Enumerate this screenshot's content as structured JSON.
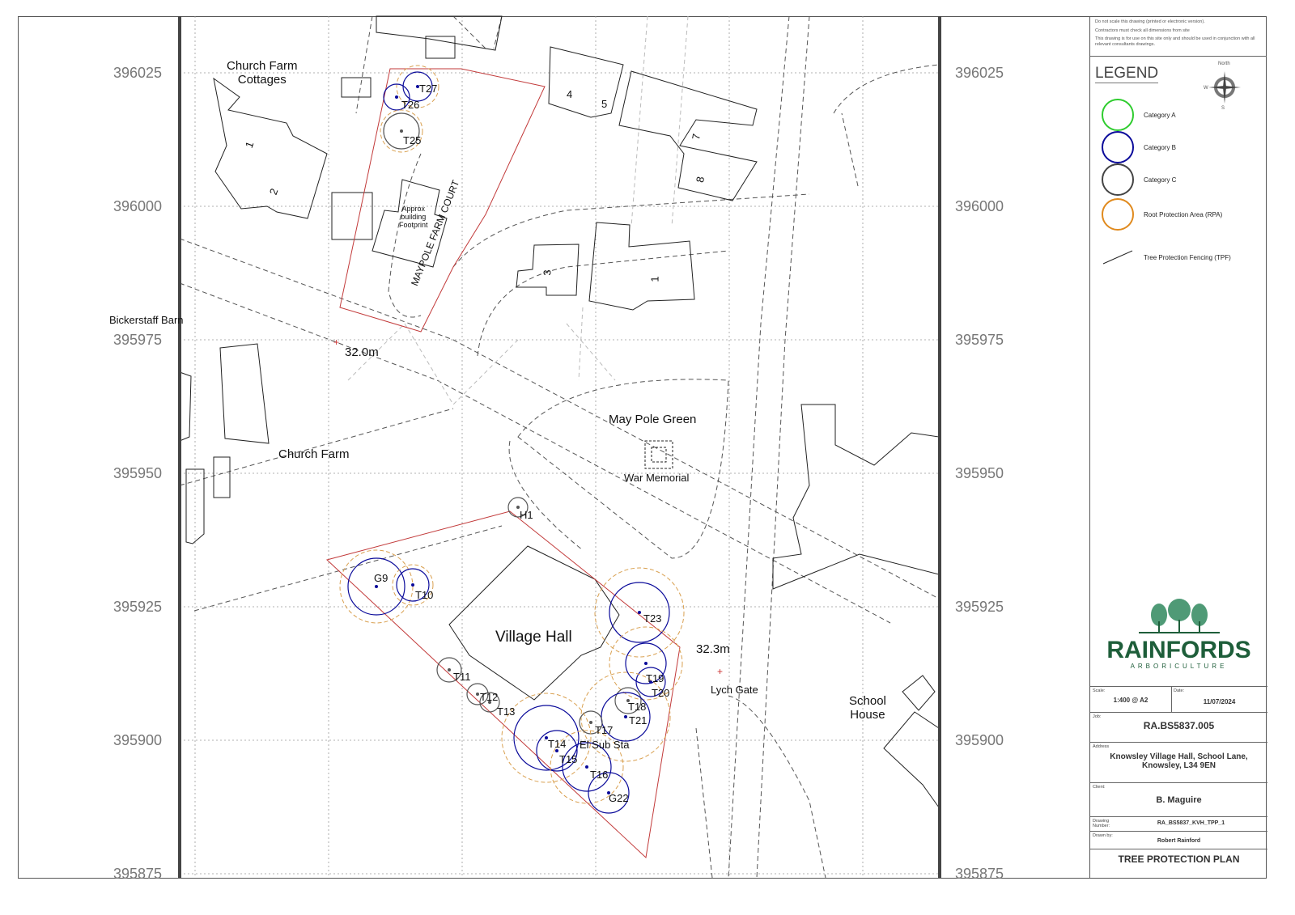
{
  "grid": {
    "northings": [
      "396025",
      "396000",
      "395975",
      "395950",
      "395925",
      "395900",
      "395875"
    ]
  },
  "map_labels": {
    "church_farm_cottages": "Church Farm\nCottages",
    "approx_footprint": "Approx\nbuilding\nFootprint",
    "maypole_farm_court": "MAYPOLE FARM COURT",
    "bickerstaff_barn": "Bickerstaff Barn",
    "level_1": "32.0m",
    "level_2": "32.3m",
    "may_pole_green": "May Pole Green",
    "war_memorial": "War Memorial",
    "church_farm": "Church Farm",
    "village_hall": "Village Hall",
    "lych_gate": "Lych Gate",
    "school_house": "School\nHouse",
    "el_sub_sta": "El Sub Sta",
    "house_numbers": [
      "1",
      "2",
      "4",
      "5",
      "7",
      "8",
      "3",
      "1"
    ]
  },
  "trees": [
    {
      "id": "T27",
      "category": "B"
    },
    {
      "id": "T26",
      "category": "B"
    },
    {
      "id": "T25",
      "category": "C"
    },
    {
      "id": "H1",
      "category": "C"
    },
    {
      "id": "G9",
      "category": "B"
    },
    {
      "id": "T10",
      "category": "B"
    },
    {
      "id": "T23",
      "category": "B"
    },
    {
      "id": "T11",
      "category": "C"
    },
    {
      "id": "T12",
      "category": "C"
    },
    {
      "id": "T13",
      "category": "C"
    },
    {
      "id": "T19",
      "category": "B"
    },
    {
      "id": "T20",
      "category": "B"
    },
    {
      "id": "T18",
      "category": "C"
    },
    {
      "id": "T21",
      "category": "B"
    },
    {
      "id": "T17",
      "category": "C"
    },
    {
      "id": "T14",
      "category": "B"
    },
    {
      "id": "T15",
      "category": "B"
    },
    {
      "id": "T16",
      "category": "B"
    },
    {
      "id": "G22",
      "category": "B"
    }
  ],
  "notes": [
    "Do not scale this drawing (printed or electronic version).",
    "Contractors must check all dimensions from site",
    "This drawing is for use on this site only and should be used in conjunction with all relevant consultants drawings."
  ],
  "legend": {
    "title": "LEGEND",
    "compass": {
      "n": "North",
      "w": "W",
      "s": "S"
    },
    "items": [
      {
        "label": "Category A",
        "color": "#2ecc2e"
      },
      {
        "label": "Category B",
        "color": "#0a0a9a"
      },
      {
        "label": "Category C",
        "color": "#444444"
      },
      {
        "label": "Root Protection Area (RPA)",
        "color": "#e08a1e"
      },
      {
        "label": "Tree Protection Fencing (TPF)",
        "color": "#222222"
      }
    ]
  },
  "logo": {
    "name": "RAINFORDS",
    "sub": "ARBORICULTURE",
    "color": "#1e5e3a",
    "tree_color": "#4f9a76"
  },
  "title_block": {
    "scale_caption": "Scale:",
    "scale": "1:400 @ A2",
    "date_caption": "Date:",
    "date": "11/07/2024",
    "job_caption": "Job:",
    "job": "RA.BS5837.005",
    "address_caption": "Address",
    "address": "Knowsley Village Hall, School Lane, Knowsley, L34 9EN",
    "client_caption": "Client:",
    "client": "B. Maguire",
    "drawing_caption": "Drawing Number:",
    "drawing_number": "RA_BS5837_KVH_TPP_1",
    "drawn_caption": "Drawn by:",
    "drawn_by": "Robert Rainford",
    "title": "TREE PROTECTION PLAN"
  }
}
